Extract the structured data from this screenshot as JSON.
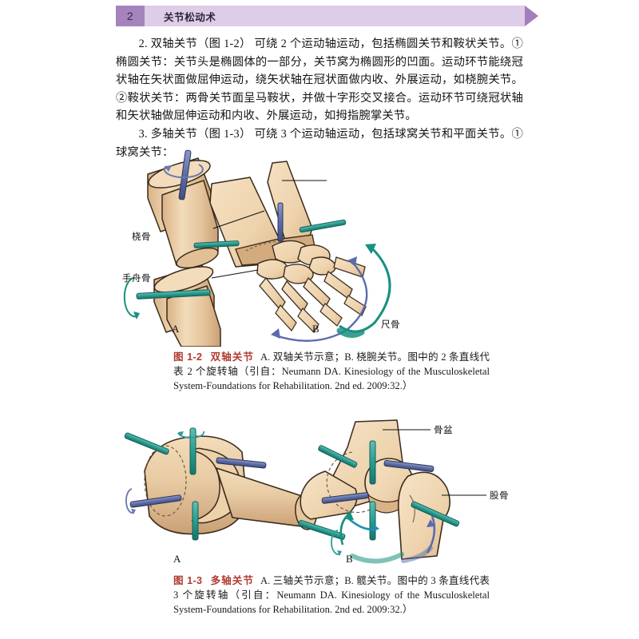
{
  "header": {
    "page_number": "2",
    "title": "关节松动术"
  },
  "body": {
    "paragraphs": [
      "2. 双轴关节（图 1-2） 可绕 2 个运动轴运动，包括椭圆关节和鞍状关节。①椭圆关节：关节头是椭圆体的一部分，关节窝为椭圆形的凹面。运动环节能绕冠状轴在矢状面做屈伸运动，绕矢状轴在冠状面做内收、外展运动，如桡腕关节。②鞍状关节：两骨关节面呈马鞍状，并做十字形交叉接合。运动环节可绕冠状轴和矢状轴做屈伸运动和内收、外展运动，如拇指腕掌关节。",
      "3. 多轴关节（图 1-3） 可绕 3 个运动轴运动，包括球窝关节和平面关节。①球窝关节："
    ]
  },
  "figures": [
    {
      "id": "1-2",
      "tag": "图 1-2",
      "name": "双轴关节",
      "caption": "A. 双轴关节示意；B. 桡腕关节。图中的 2 条直线代表 2 个旋转轴（引自：Neumann DA. Kinesiology of the Musculoskeletal System-Foundations for Rehabilitation. 2nd ed. 2009:32.）",
      "panels": [
        {
          "letter": "A"
        },
        {
          "letter": "B"
        }
      ],
      "labels": [
        {
          "text": "尺骨"
        },
        {
          "text": "桡骨"
        },
        {
          "text": "手舟骨"
        }
      ]
    },
    {
      "id": "1-3",
      "tag": "图 1-3",
      "name": "多轴关节",
      "caption": "A. 三轴关节示意；B. 髋关节。图中的 3 条直线代表 3 个旋转轴（引自：Neumann DA. Kinesiology of the Musculoskeletal System-Foundations for Rehabilitation. 2nd ed. 2009:32.）",
      "panels": [
        {
          "letter": "A"
        },
        {
          "letter": "B"
        }
      ],
      "labels": [
        {
          "text": "骨盆"
        },
        {
          "text": "股骨"
        }
      ]
    }
  ],
  "colors": {
    "header_number_bg": "#a583bd",
    "header_bar_bg": "#ddcde8",
    "header_arrow": "#a27fba",
    "caption_accent": "#b03a2e",
    "bone_fill": "#efd3ac",
    "bone_shadow": "#d8b488",
    "bone_outline": "#3a2b1c",
    "axis_pin_blue": "#6878ad",
    "axis_pin_teal": "#2f9e93",
    "arrow_blue": "#5b6bae",
    "arrow_teal": "#17907f"
  }
}
